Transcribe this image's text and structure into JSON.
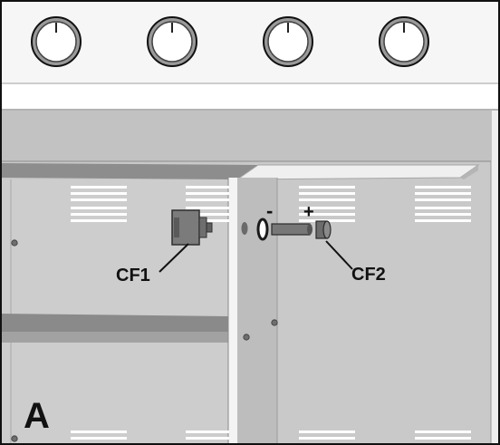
{
  "labels": {
    "part1": "CF1",
    "part2": "CF2",
    "minus": "-",
    "plus": "+",
    "view": "A"
  },
  "knobs": [
    {
      "name": "control-knob-1"
    },
    {
      "name": "control-knob-2"
    },
    {
      "name": "control-knob-3"
    },
    {
      "name": "control-knob-4"
    }
  ],
  "colors": {
    "outline": "#111111",
    "panel_light": "#f4f4f4",
    "panel_mid": "#c8c8c8",
    "panel_dark": "#8f8f8f",
    "vent": "#ffffff"
  }
}
